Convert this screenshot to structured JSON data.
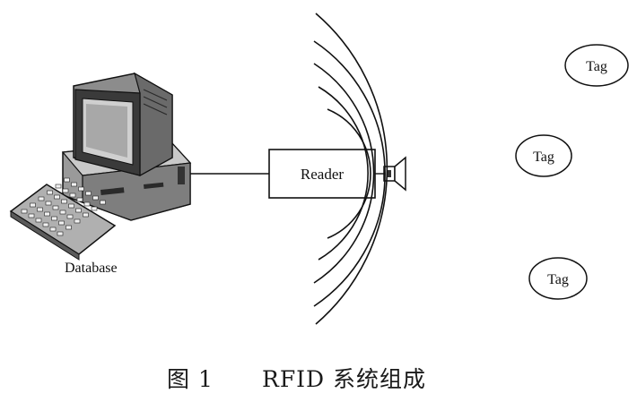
{
  "diagram": {
    "nodes": {
      "database": {
        "label": "Database"
      },
      "reader": {
        "label": "Reader"
      },
      "tags": [
        {
          "label": "Tag"
        },
        {
          "label": "Tag"
        },
        {
          "label": "Tag"
        }
      ]
    }
  },
  "caption": {
    "figure_number": "图 1",
    "title": "RFID 系统组成"
  }
}
